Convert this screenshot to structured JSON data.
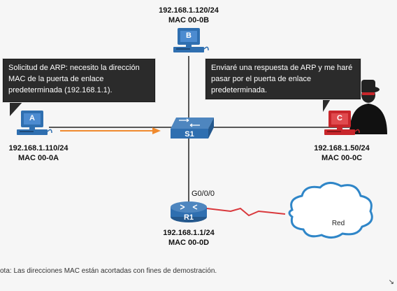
{
  "hosts": {
    "b": {
      "letter": "B",
      "ip": "192.168.1.120/24",
      "mac": "MAC 00-0B"
    },
    "a": {
      "letter": "A",
      "ip": "192.168.1.110/24",
      "mac": "MAC 00-0A"
    },
    "c": {
      "letter": "C",
      "ip": "192.168.1.50/24",
      "mac": "MAC 00-0C"
    }
  },
  "switch": {
    "name": "S1"
  },
  "router": {
    "name": "R1",
    "interface": "G0/0/0",
    "ip": "192.168.1.1/24",
    "mac": "MAC 00-0D"
  },
  "cloud": {
    "label": "Red"
  },
  "bubbles": {
    "a": "Solicitud de ARP: necesito la dirección MAC de la puerta de enlace predeterminada (192.168.1.1).",
    "c": "Enviaré una respuesta de ARP y me haré pasar por el puerta de enlace predeterminada."
  },
  "note": "ota: Las direcciones MAC están acortadas con fines de demostración.",
  "colors": {
    "pc_blue": "#2f6fb0",
    "pc_red": "#c8262b",
    "arrow_orange": "#f08a2e",
    "serial_red": "#d9383c",
    "cloud_blue": "#2f86c8",
    "router_blue": "#2a5d8f"
  }
}
